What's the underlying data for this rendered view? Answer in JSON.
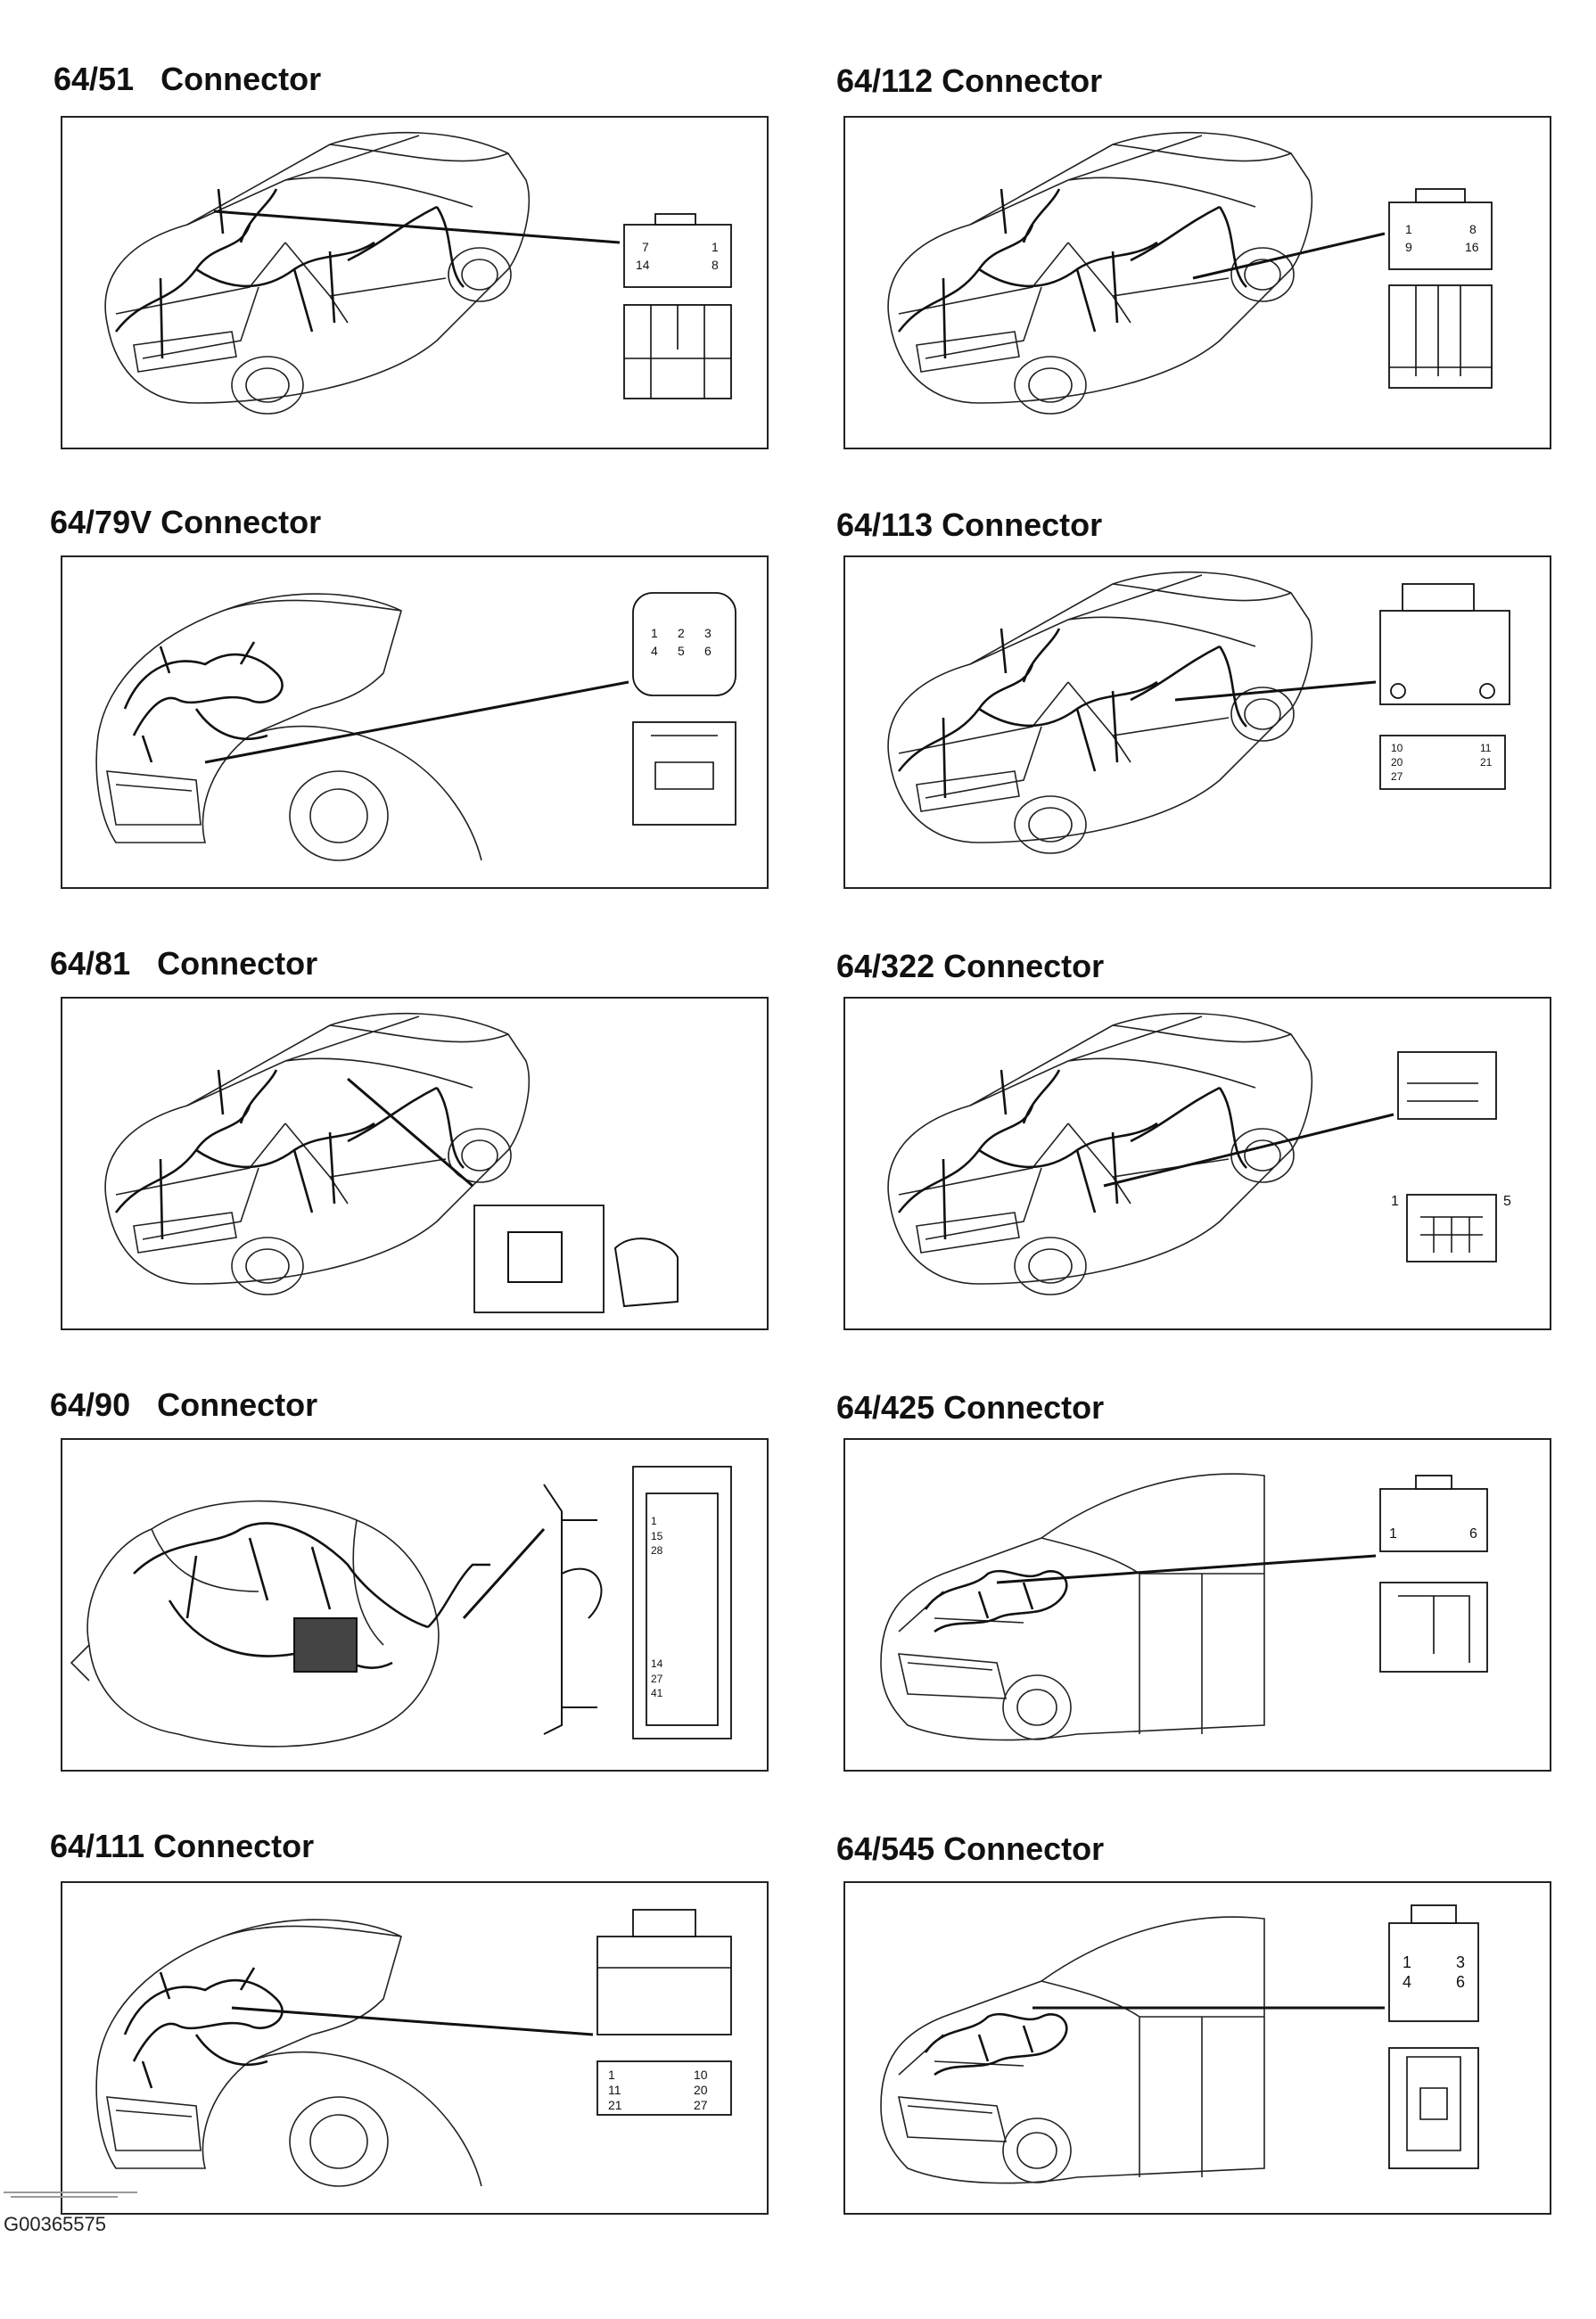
{
  "panels": [
    {
      "id": "p1",
      "title": "64/51   Connector",
      "view": "rear",
      "conn": "a",
      "pins": [
        "7",
        "1",
        "14",
        "8"
      ]
    },
    {
      "id": "p2",
      "title": "64/112 Connector",
      "view": "rear",
      "conn": "b",
      "pins": [
        "1",
        "8",
        "9",
        "16"
      ]
    },
    {
      "id": "p3",
      "title": "64/79V Connector",
      "view": "engine",
      "conn": "c",
      "pins": [
        "1",
        "2",
        "3",
        "4",
        "5",
        "6"
      ]
    },
    {
      "id": "p4",
      "title": "64/113 Connector",
      "view": "rear",
      "conn": "d",
      "pins": [
        "10",
        "11",
        "20",
        "21",
        "27"
      ]
    },
    {
      "id": "p5",
      "title": "64/81   Connector",
      "view": "rear",
      "conn": "e",
      "pins": []
    },
    {
      "id": "p6",
      "title": "64/322 Connector",
      "view": "rear",
      "conn": "f",
      "pins": [
        "1",
        "5"
      ]
    },
    {
      "id": "p7",
      "title": "64/90   Connector",
      "view": "motor",
      "conn": "g",
      "pins": [
        "1",
        "15",
        "28",
        "14",
        "27",
        "41"
      ]
    },
    {
      "id": "p8",
      "title": "64/425 Connector",
      "view": "front",
      "conn": "h",
      "pins": [
        "1",
        "6"
      ]
    },
    {
      "id": "p9",
      "title": "64/111 Connector",
      "view": "engine",
      "conn": "i",
      "pins": [
        "1",
        "10",
        "11",
        "20",
        "21",
        "27"
      ]
    },
    {
      "id": "p10",
      "title": "64/545 Connector",
      "view": "front",
      "conn": "j",
      "pins": [
        "1",
        "3",
        "4",
        "6"
      ]
    }
  ],
  "footer": {
    "code": "G00365575"
  }
}
